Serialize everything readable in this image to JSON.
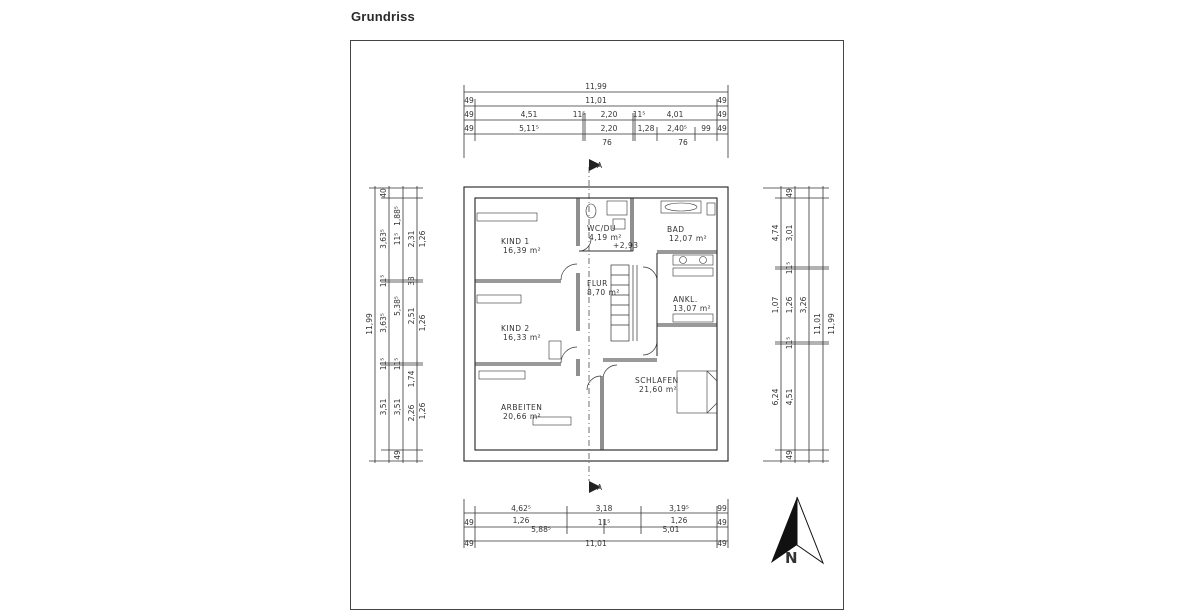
{
  "header": {
    "title": "Grundriss"
  },
  "north_label": "N",
  "section_marks": {
    "top": "A",
    "bottom": "A"
  },
  "rooms": [
    {
      "id": "kind1",
      "name": "KIND 1",
      "area": "16,39 m²"
    },
    {
      "id": "wcdu",
      "name": "WC/DU",
      "area": "4,19 m²"
    },
    {
      "id": "bad",
      "name": "BAD",
      "area": "12,07 m²"
    },
    {
      "id": "flur",
      "name": "FLUR",
      "area": "8,70 m²"
    },
    {
      "id": "ankl",
      "name": "ANKL.",
      "area": "13,07 m²"
    },
    {
      "id": "kind2",
      "name": "KIND 2",
      "area": "16,33 m²"
    },
    {
      "id": "schlafen",
      "name": "SCHLAFEN",
      "area": "21,60 m²"
    },
    {
      "id": "arbeiten",
      "name": "ARBEITEN",
      "area": "20,66 m²"
    }
  ],
  "level_mark": "+2,93",
  "dims_top": {
    "overall": "11,99",
    "inner": "11,01",
    "side": "49",
    "row3": [
      "4,51",
      "11⁵",
      "2,20",
      "11⁵",
      "4,01"
    ],
    "row4": [
      "5,11⁵",
      "2,20",
      "1,28",
      "2,40⁵",
      "99"
    ],
    "row4_sub": [
      "76",
      "76"
    ]
  },
  "dims_bottom": {
    "row1": [
      "4,62⁵",
      "3,18",
      "3,19⁵",
      "99"
    ],
    "row1_sub": [
      "1,26",
      "1,26"
    ],
    "row2": [
      "5,88⁵",
      "11⁵",
      "5,01"
    ],
    "overall": "11,01",
    "side": "49"
  },
  "dims_left": {
    "overall": "11,99",
    "col_a": [
      "3,63⁵",
      "11⁵",
      "3,63⁵",
      "11⁵",
      "3,51"
    ],
    "col_b": [
      "1,88⁵",
      "11⁵",
      "5,38⁵",
      "11⁵",
      "3,51"
    ],
    "col_c": [
      "2,31",
      "33",
      "2,51",
      "1,74",
      "2,26"
    ],
    "col_d": [
      "1,26",
      "1,26",
      "1,26"
    ],
    "side_top": "40",
    "side_bottom": "49"
  },
  "dims_right": {
    "overall": "11,99",
    "inner": "11,01",
    "col_a": [
      "4,74",
      "1,07",
      "6,24"
    ],
    "col_b": [
      "3,01",
      "11⁵",
      "1,26",
      "11⁵",
      "4,51"
    ],
    "col_c": [
      "3,26"
    ],
    "side_top": "49",
    "side_bottom": "49"
  }
}
